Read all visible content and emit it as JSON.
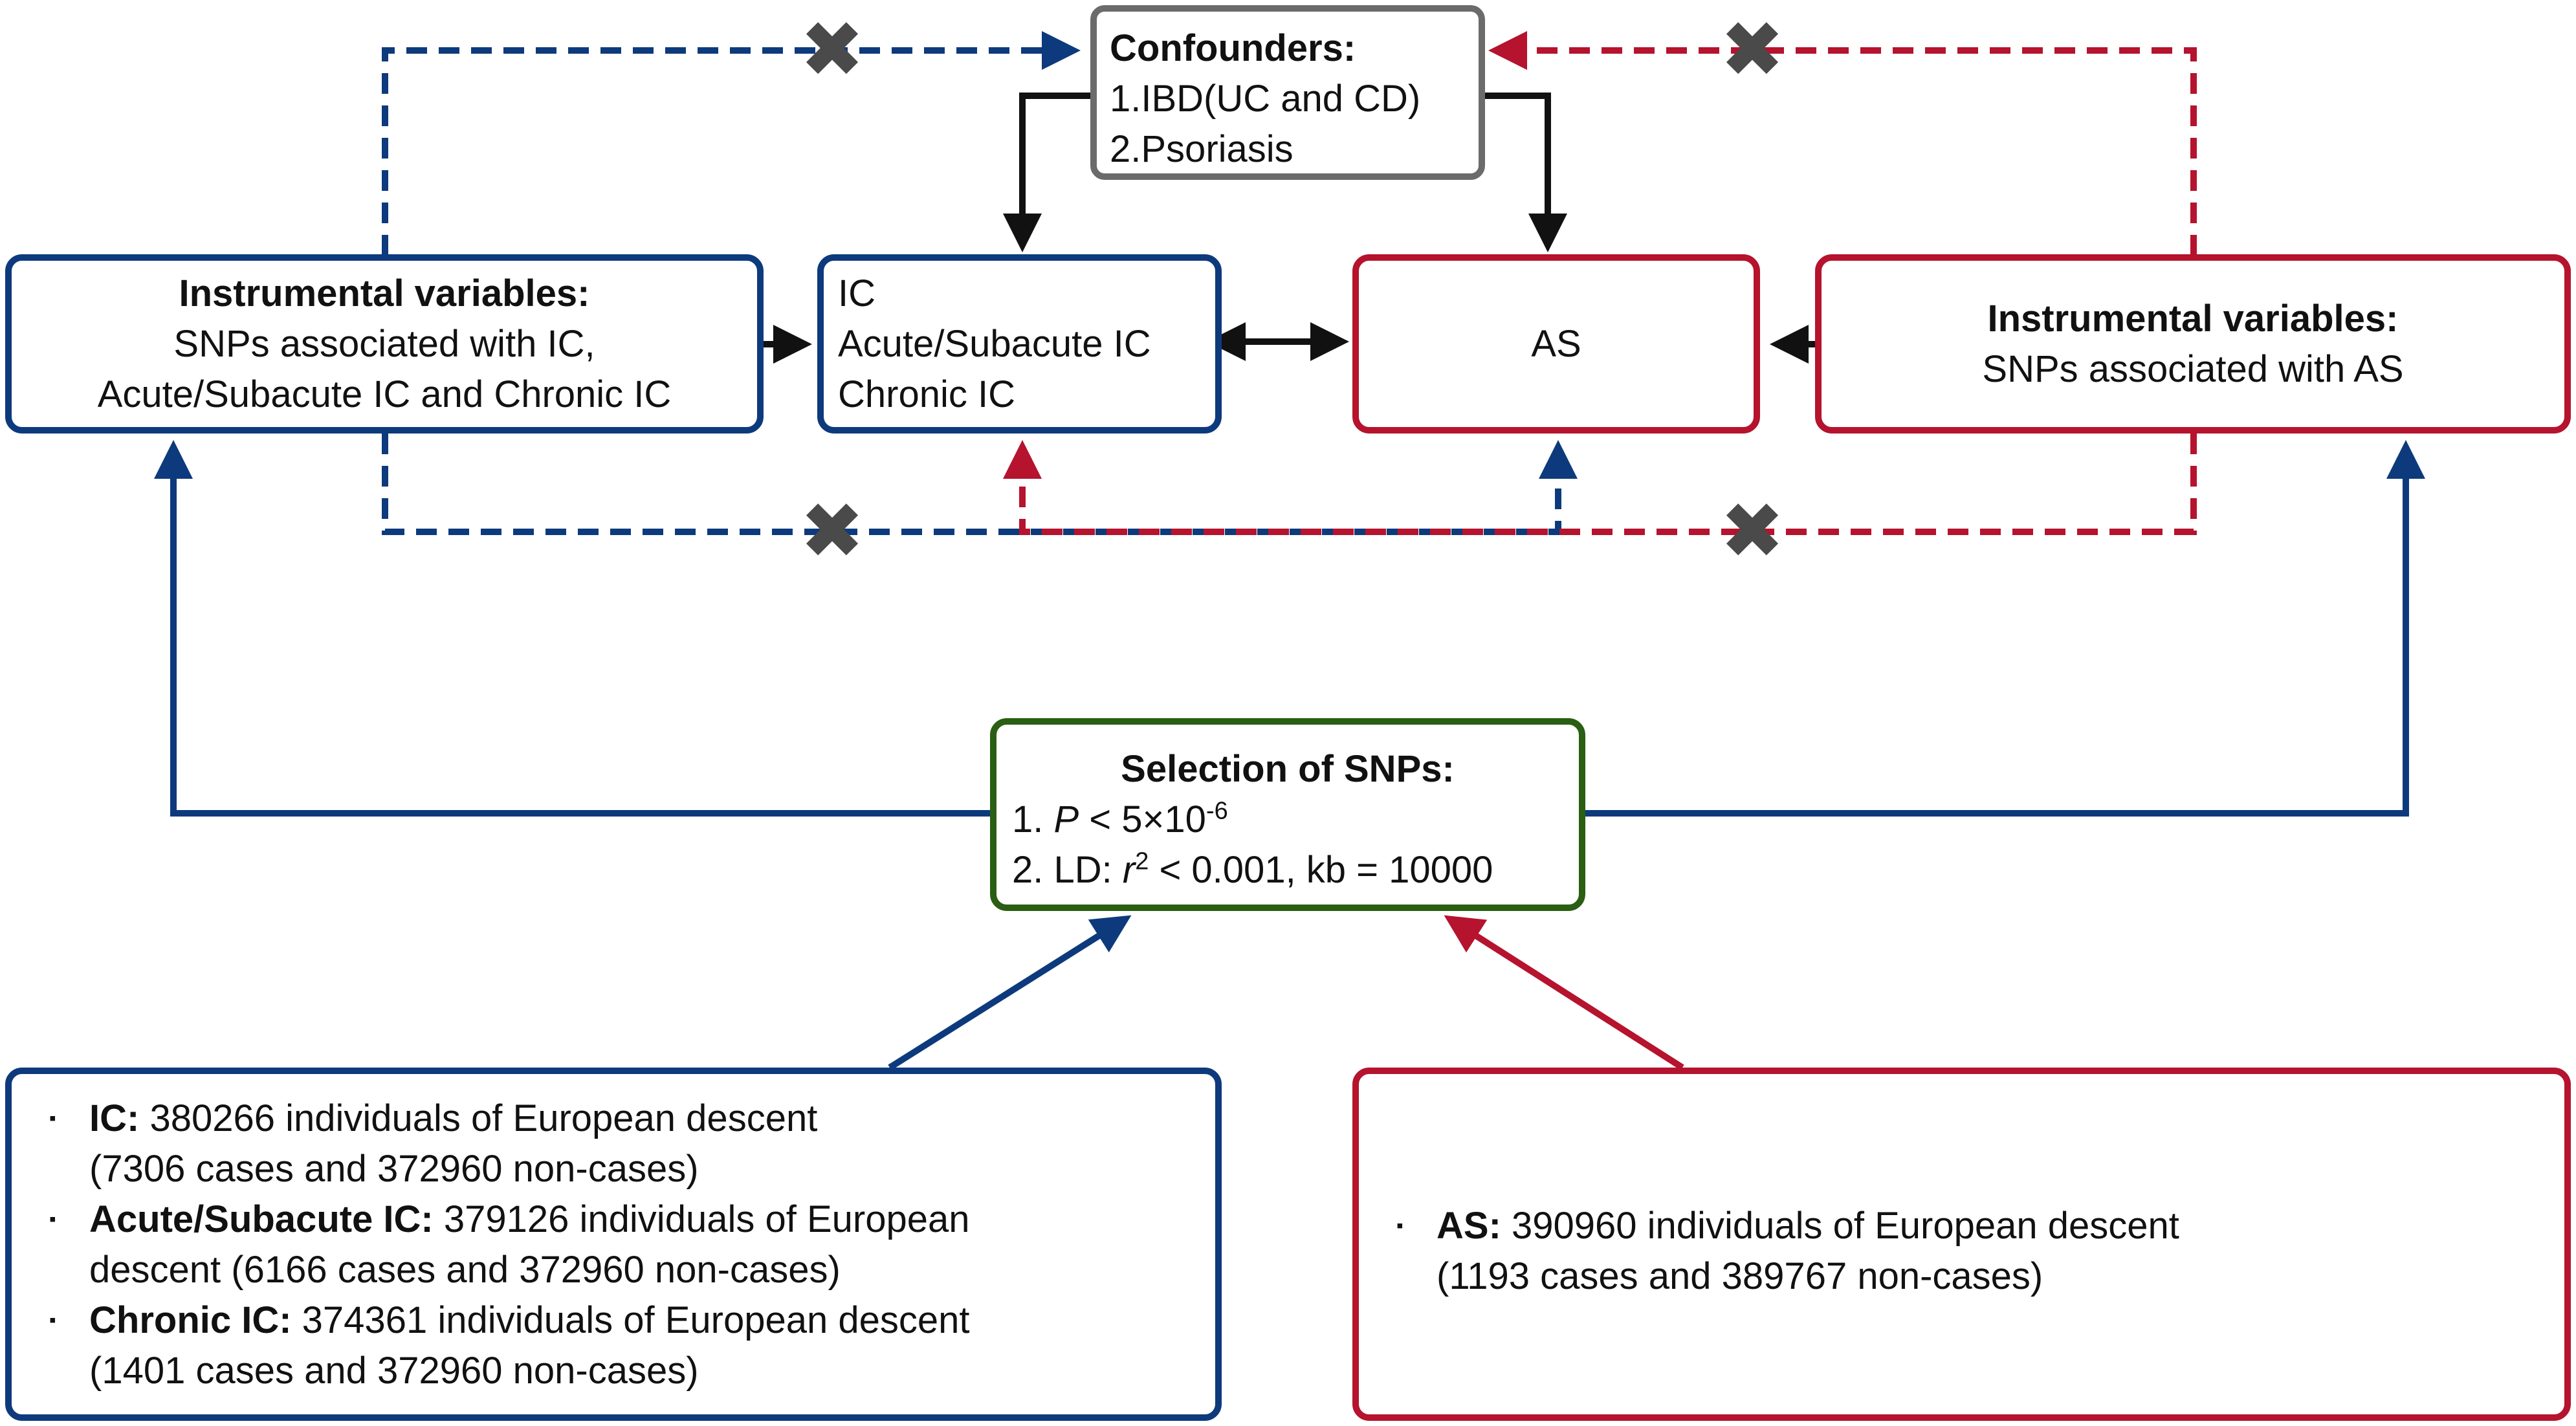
{
  "colors": {
    "blue": "#0d3a7c",
    "red": "#b5132e",
    "grey": "#6b6b6b",
    "green": "#2a5e12",
    "black": "#111111",
    "cross": "#4a4a4a"
  },
  "confounders": {
    "title": "Confounders:",
    "items": [
      "1.IBD(UC and CD)",
      "2.Psoriasis"
    ]
  },
  "iv_left": {
    "title": "Instrumental variables:",
    "lines": [
      "SNPs associated with IC,",
      "Acute/Subacute IC and Chronic IC"
    ]
  },
  "exposure": {
    "lines": [
      "IC",
      "Acute/Subacute IC",
      "Chronic IC"
    ]
  },
  "outcome": {
    "label": "AS"
  },
  "iv_right": {
    "title": "Instrumental variables:",
    "lines": [
      "SNPs associated with AS"
    ]
  },
  "selection": {
    "title": "Selection of SNPs:",
    "c1_prefix": "1. ",
    "c1_p": "P",
    "c1_rel": " < 5×10",
    "c1_exp": "-6",
    "c2_prefix": "2. LD: ",
    "c2_r": "r",
    "c2_exp": "2",
    "c2_rest": " < 0.001, kb = 10000"
  },
  "ic_data": {
    "bullet": "▪",
    "items": [
      {
        "label": "IC:",
        "text": " 380266 individuals of European descent",
        "text2": "(7306 cases and 372960 non-cases)"
      },
      {
        "label": "Acute/Subacute IC:",
        "text": " 379126 individuals of European",
        "text2": "descent (6166 cases and 372960 non-cases)"
      },
      {
        "label": "Chronic IC:",
        "text": " 374361 individuals of European descent",
        "text2": "(1401 cases and 372960 non-cases)"
      }
    ]
  },
  "as_data": {
    "bullet": "▪",
    "items": [
      {
        "label": "AS:",
        "text": " 390960 individuals of European descent",
        "text2": "(1193 cases and 389767 non-cases)"
      }
    ]
  },
  "cross_symbol": "✖"
}
